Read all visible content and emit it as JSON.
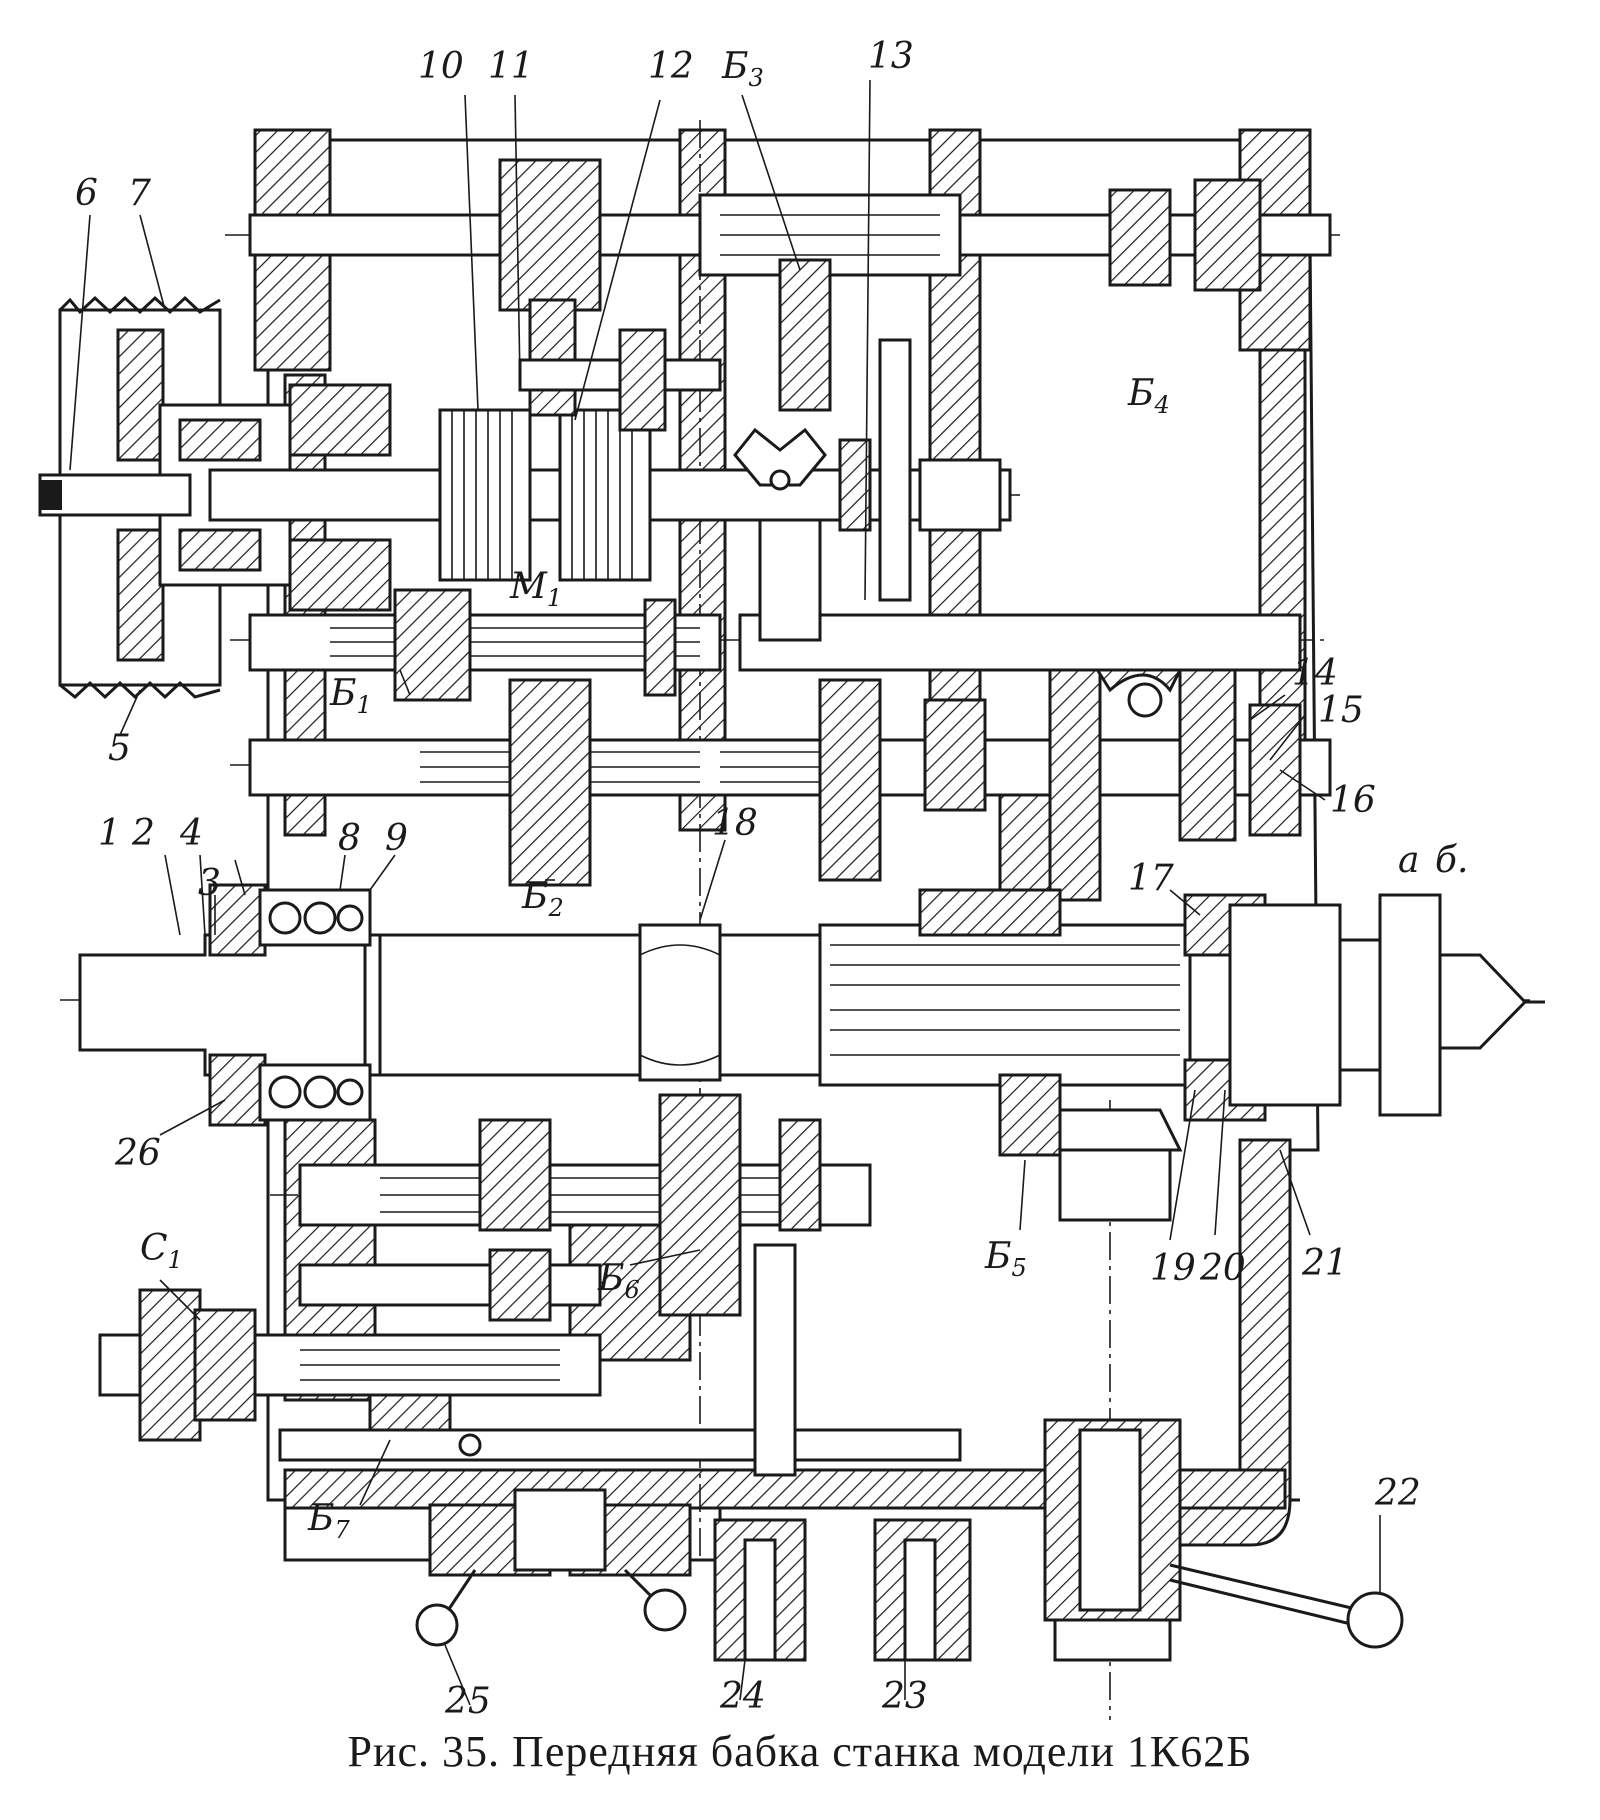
{
  "caption": "Рис. 35. Передняя бабка станка модели 1К62Б",
  "callouts": {
    "c1": "1",
    "c2": "2",
    "c3": "3",
    "c4": "4",
    "c5": "5",
    "c6": "6",
    "c7": "7",
    "c8": "8",
    "c9": "9",
    "c10": "10",
    "c11": "11",
    "c12": "12",
    "c13": "13",
    "c14": "14",
    "c15": "15",
    "c16": "16",
    "c17": "17",
    "c18": "18",
    "c19": "19",
    "c20": "20",
    "c21": "21",
    "c22": "22",
    "c23": "23",
    "c24": "24",
    "c25": "25",
    "c26": "26",
    "b1": "Б",
    "b1s": "1",
    "b2": "Б",
    "b2s": "2",
    "b3": "Б",
    "b3s": "3",
    "b4": "Б",
    "b4s": "4",
    "b5": "Б",
    "b5s": "5",
    "b6": "Б",
    "b6s": "6",
    "b7": "Б",
    "b7s": "7",
    "m1": "M",
    "m1s": "1",
    "ca": "C",
    "cas": "1",
    "la": "а",
    "lb": "б."
  }
}
